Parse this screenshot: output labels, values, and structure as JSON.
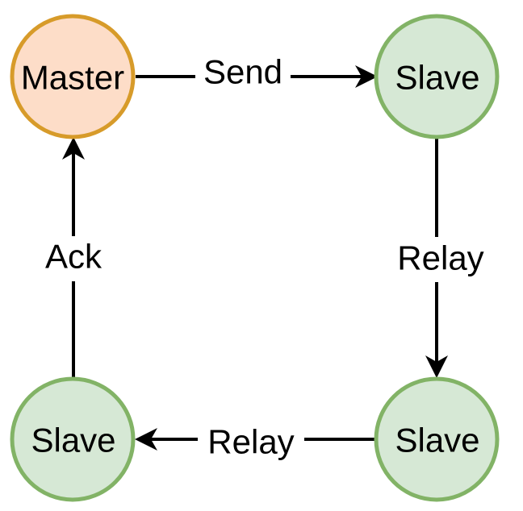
{
  "colors": {
    "master_fill": "#fdddc8",
    "master_stroke": "#d79b2a",
    "slave_fill": "#d6e8d5",
    "slave_stroke": "#82b366",
    "edge": "#000000",
    "label_bg": "#ffffff"
  },
  "nodes": {
    "master": {
      "label": "Master"
    },
    "slave_top_right": {
      "label": "Slave"
    },
    "slave_bottom_right": {
      "label": "Slave"
    },
    "slave_bottom_left": {
      "label": "Slave"
    }
  },
  "edges": {
    "send": {
      "label": "Send",
      "from": "master",
      "to": "slave_top_right"
    },
    "relay_right": {
      "label": "Relay",
      "from": "slave_top_right",
      "to": "slave_bottom_right"
    },
    "relay_bottom": {
      "label": "Relay",
      "from": "slave_bottom_right",
      "to": "slave_bottom_left"
    },
    "ack": {
      "label": "Ack",
      "from": "slave_bottom_left",
      "to": "master"
    }
  }
}
